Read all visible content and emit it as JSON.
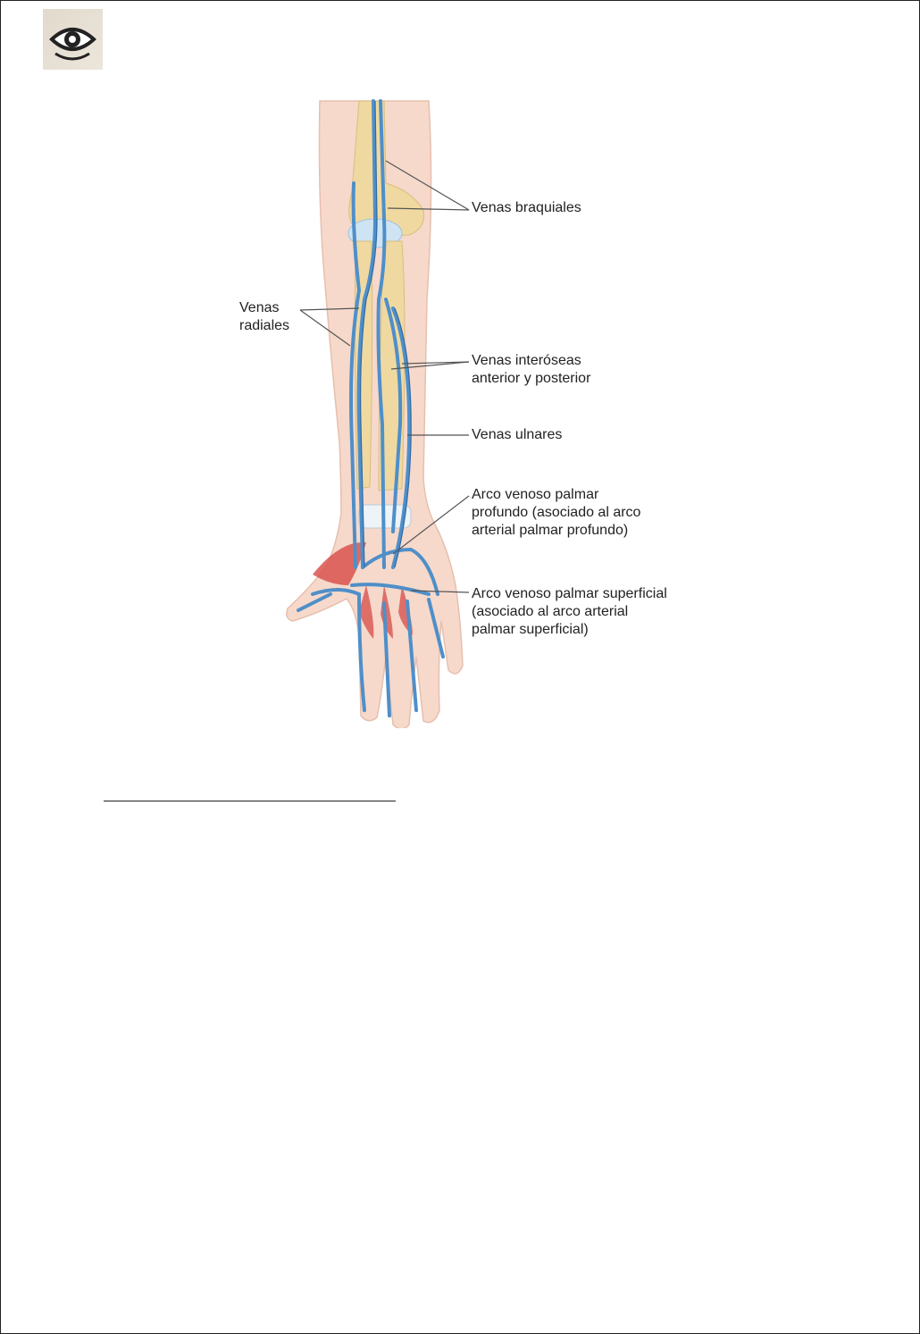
{
  "figure": {
    "labels": {
      "brachial": "Venas braquiales",
      "radial_1": "Venas",
      "radial_2": "radiales",
      "interosseous_1": "Venas interóseas",
      "interosseous_2": "anterior y posterior",
      "ulnar": "Venas ulnares",
      "deep_arch_1": "Arco venoso palmar",
      "deep_arch_2": "profundo (asociado al arco",
      "deep_arch_3": "arterial palmar profundo)",
      "superficial_arch_1": "Arco venoso palmar superficial",
      "superficial_arch_2": "(asociado al arco arterial",
      "superficial_arch_3": "palmar superficial)"
    },
    "colors": {
      "skin": "#f6d9cb",
      "bone": "#f0d9a0",
      "vein": "#4f8fc9",
      "vein_dark": "#2d6aa5",
      "muscle": "#d9534f",
      "cartilage": "#cfe4f3"
    }
  },
  "header": {
    "logo_icon": "eye-logo-icon"
  }
}
